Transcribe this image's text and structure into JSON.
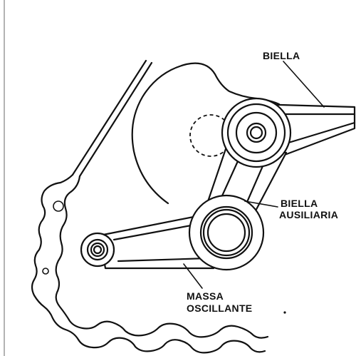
{
  "diagram": {
    "labels": {
      "biella": "BIELLA",
      "biella_ausiliaria_line1": "BIELLA",
      "biella_ausiliaria_line2": "AUSILIARIA",
      "massa_oscillante_line1": "MASSA",
      "massa_oscillante_line2": "OSCILLANTE"
    }
  }
}
